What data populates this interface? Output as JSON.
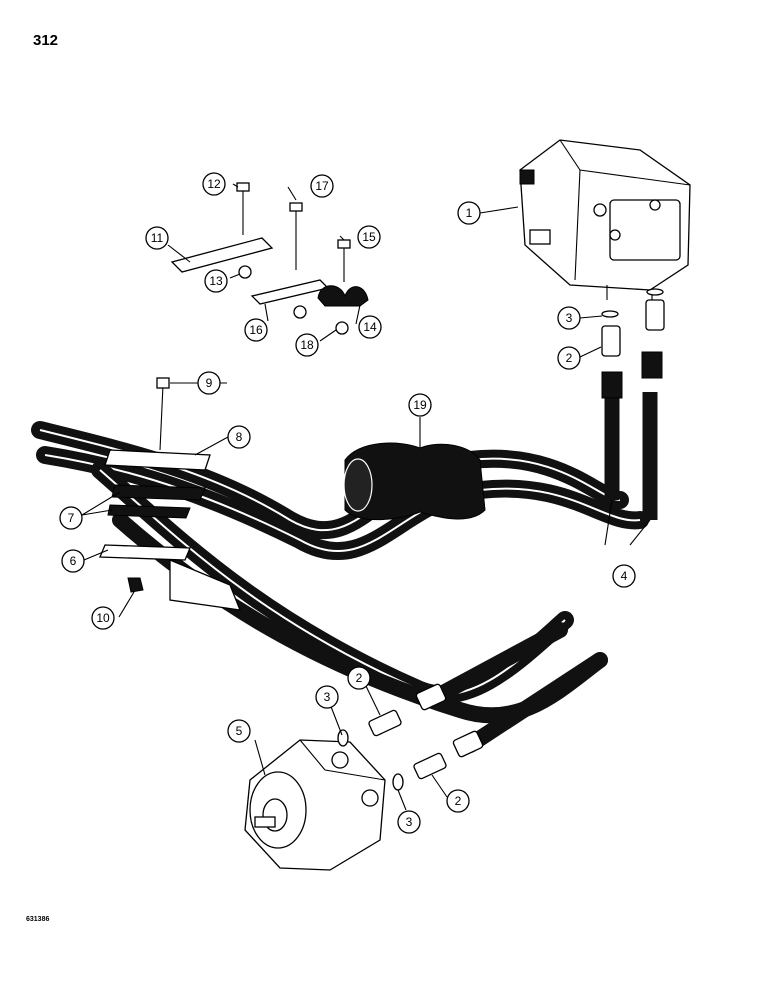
{
  "page": {
    "number": "312",
    "figure_code": "631386"
  },
  "callouts": [
    {
      "id": "c1",
      "label": "1"
    },
    {
      "id": "c2a",
      "label": "2"
    },
    {
      "id": "c2b",
      "label": "2"
    },
    {
      "id": "c2c",
      "label": "2"
    },
    {
      "id": "c3a",
      "label": "3"
    },
    {
      "id": "c3b",
      "label": "3"
    },
    {
      "id": "c3c",
      "label": "3"
    },
    {
      "id": "c4",
      "label": "4"
    },
    {
      "id": "c5",
      "label": "5"
    },
    {
      "id": "c6",
      "label": "6"
    },
    {
      "id": "c7",
      "label": "7"
    },
    {
      "id": "c8",
      "label": "8"
    },
    {
      "id": "c9",
      "label": "9"
    },
    {
      "id": "c10",
      "label": "10"
    },
    {
      "id": "c11",
      "label": "11"
    },
    {
      "id": "c12",
      "label": "12"
    },
    {
      "id": "c13",
      "label": "13"
    },
    {
      "id": "c14",
      "label": "14"
    },
    {
      "id": "c15",
      "label": "15"
    },
    {
      "id": "c16",
      "label": "16"
    },
    {
      "id": "c17",
      "label": "17"
    },
    {
      "id": "c18",
      "label": "18"
    },
    {
      "id": "c19",
      "label": "19"
    }
  ]
}
